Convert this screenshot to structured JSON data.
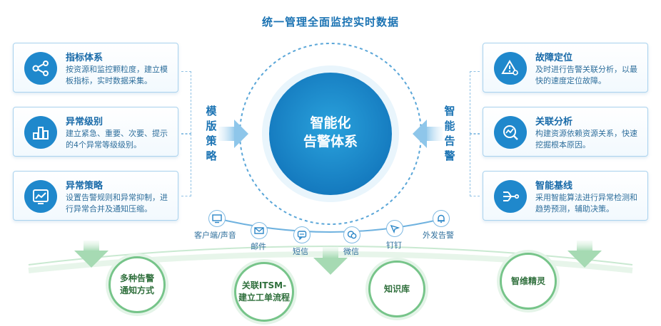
{
  "title": "统一管理全面监控实时数据",
  "center": {
    "line1": "智能化",
    "line2": "告警体系"
  },
  "left_label": "模版策略",
  "right_label": "智能告警",
  "left_cards": [
    {
      "title": "指标体系",
      "desc": "按资源和监控颗粒度，建立模板指标，实时数据采集。",
      "icon": "share-nodes-icon"
    },
    {
      "title": "异常级别",
      "desc": "建立紧急、重要、次要、提示的4个异常等级级别。",
      "icon": "podium-levels-icon"
    },
    {
      "title": "异常策略",
      "desc": "设置告警规则和异常抑制，进行异常合并及通知压缩。",
      "icon": "line-chart-icon"
    }
  ],
  "right_cards": [
    {
      "title": "故障定位",
      "desc": "及时进行告警关联分析，以最快的速度定位故障。",
      "icon": "warning-search-icon"
    },
    {
      "title": "关联分析",
      "desc": "构建资源依赖资源关系，快速挖掘根本原因。",
      "icon": "trend-analysis-icon"
    },
    {
      "title": "智能基线",
      "desc": "采用智能算法进行异常检测和趋势预测，辅助决策。",
      "icon": "circuit-baseline-icon"
    }
  ],
  "channels": [
    {
      "label": "客户端/声音",
      "icon": "monitor-icon"
    },
    {
      "label": "邮件",
      "icon": "mail-icon"
    },
    {
      "label": "短信",
      "icon": "sms-icon"
    },
    {
      "label": "微信",
      "icon": "wechat-icon"
    },
    {
      "label": "钉钉",
      "icon": "dingtalk-icon"
    },
    {
      "label": "外发告警",
      "icon": "bell-icon"
    }
  ],
  "bottom_items": [
    {
      "line1": "多种告警",
      "line2": "通知方式"
    },
    {
      "line1": "关联ITSM-",
      "line2": "建立工单流程"
    },
    {
      "line1": "知识库",
      "line2": ""
    },
    {
      "line1": "智维精灵",
      "line2": ""
    }
  ],
  "colors": {
    "primary": "#1f88cc",
    "text": "#1b73b3",
    "green": "#76c489",
    "card_border": "#a9d2ee"
  }
}
